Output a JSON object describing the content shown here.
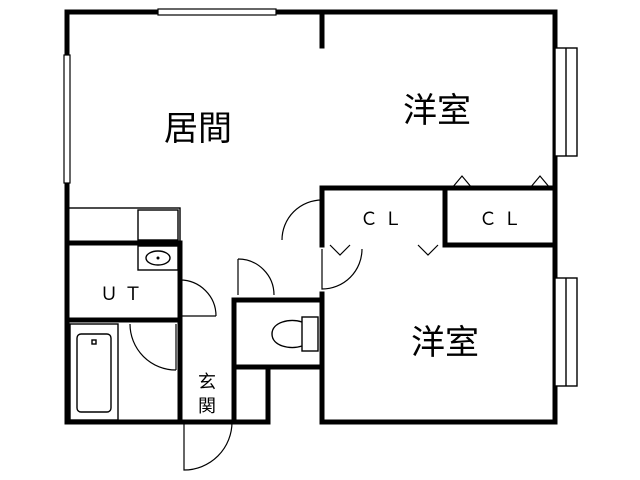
{
  "rooms": {
    "living": "居間",
    "western_top": "洋室",
    "western_bottom": "洋室",
    "closet_left": "ＣＬ",
    "closet_right": "ＣＬ",
    "utility": "ＵＴ",
    "entrance": "玄関"
  },
  "colors": {
    "wall": "#000000",
    "background": "#ffffff"
  },
  "icons": [
    "bathtub-icon",
    "toilet-icon",
    "washbasin-icon",
    "sink-icon",
    "door-swing-icon",
    "window-icon"
  ]
}
